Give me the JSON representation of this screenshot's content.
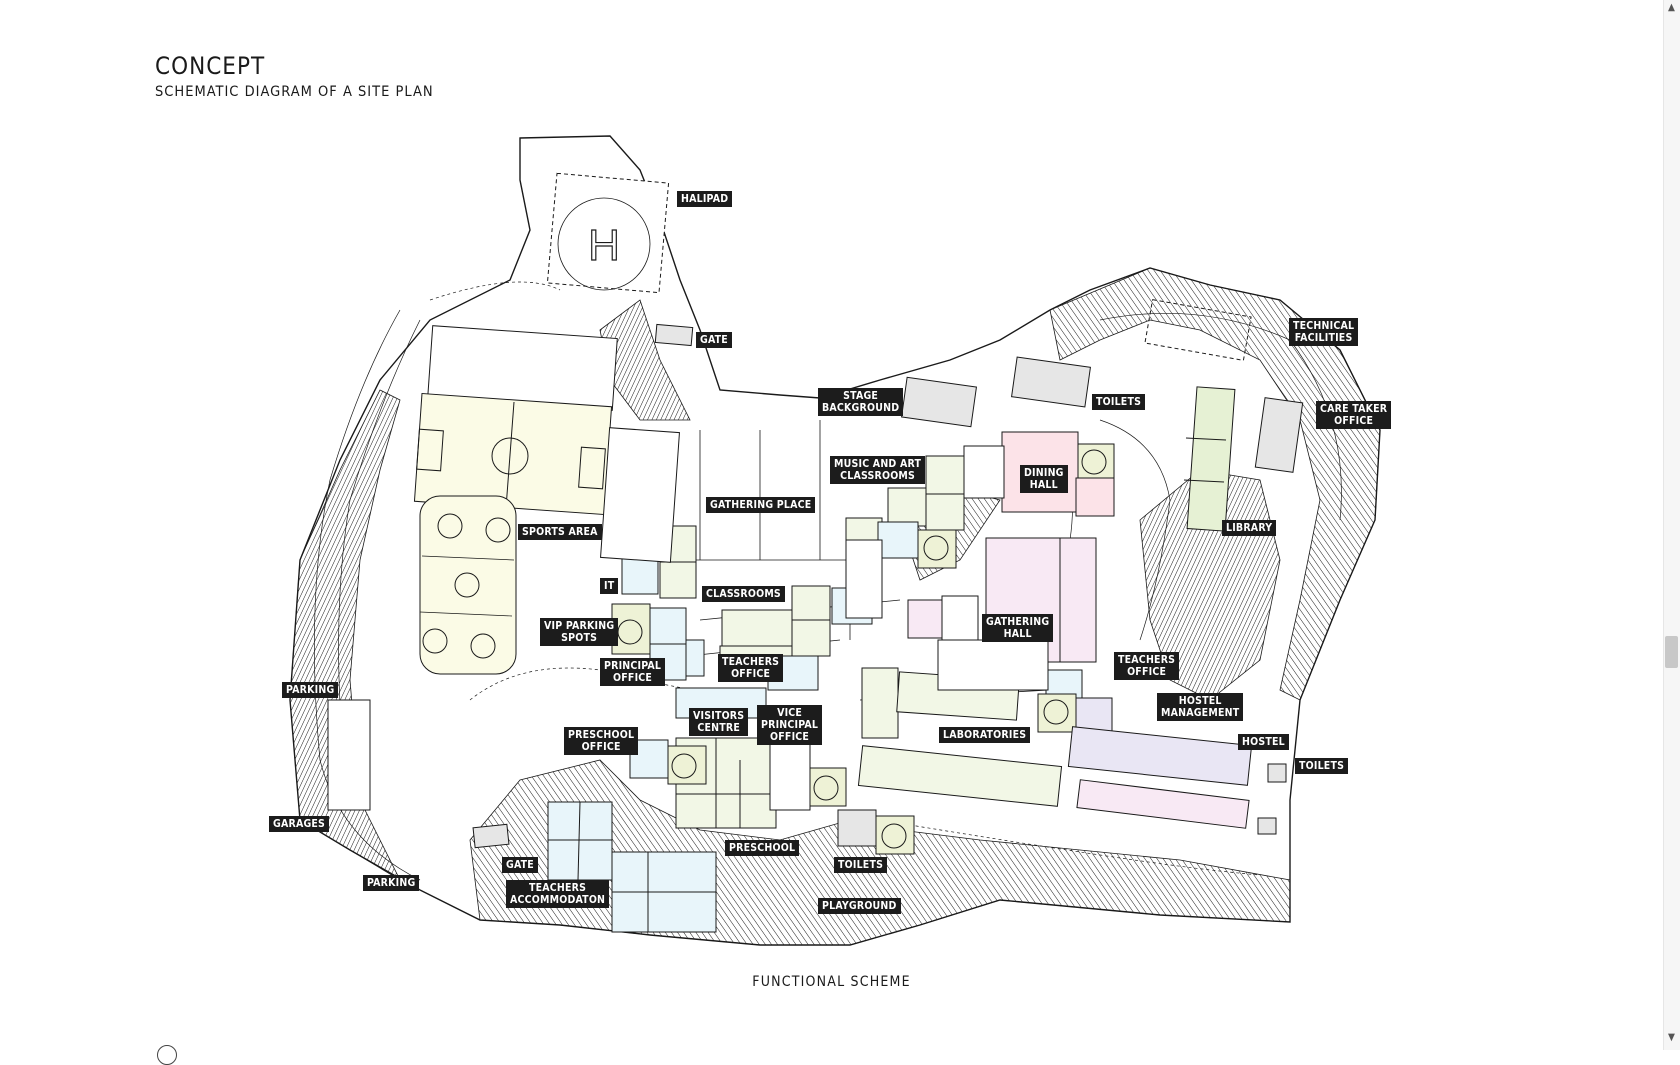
{
  "header": {
    "title": "CONCEPT",
    "subtitle": "SCHEMATIC DIAGRAM OF A SITE PLAN"
  },
  "caption": "FUNCTIONAL SCHEME",
  "labels": {
    "halipad": "HALIPAD",
    "gate_north": "GATE",
    "technical_facilities": "TECHNICAL\nFACILITIES",
    "stage_background": "STAGE\nBACKGROUND",
    "toilets_north": "TOILETS",
    "care_taker_office": "CARE TAKER\nOFFICE",
    "music_art": "MUSIC AND ART\nCLASSROOMS",
    "dining_hall": "DINING\nHALL",
    "gathering_place": "GATHERING PLACE",
    "library": "LIBRARY",
    "sports_area": "SPORTS AREA",
    "it": "IT",
    "classrooms": "CLASSROOMS",
    "vip_parking": "VIP PARKING\nSPOTS",
    "gathering_hall": "GATHERING\nHALL",
    "principal_office": "PRINCIPAL\nOFFICE",
    "teachers_office_center": "TEACHERS\nOFFICE",
    "teachers_office_east": "TEACHERS\nOFFICE",
    "parking_west": "PARKING",
    "hostel_management": "HOSTEL\nMANAGEMENT",
    "visitors_centre": "VISITORS\nCENTRE",
    "vice_principal_office": "VICE\nPRINCIPAL\nOFFICE",
    "preschool_office": "PRESCHOOL\nOFFICE",
    "laboratories": "LABORATORIES",
    "hostel": "HOSTEL",
    "toilets_east": "TOILETS",
    "garages": "GARAGES",
    "preschool": "PRESCHOOL",
    "gate_south": "GATE",
    "toilets_south": "TOILETS",
    "parking_south": "PARKING",
    "teachers_accommodation": "TEACHERS\nACCOMMODATON",
    "playground": "PLAYGROUND",
    "helipad_letter": "H"
  },
  "colors": {
    "sports": "#fbfbe6",
    "classroom": "#f2f7e6",
    "office": "#e8f5fa",
    "dining": "#fce3e8",
    "gathering": "#f8e9f4",
    "hostel": "#e9e6f4",
    "library": "#e6f1d4",
    "service": "#e6e6e6",
    "courtyard": "#eef2d6",
    "ink": "#1a1a1a"
  }
}
